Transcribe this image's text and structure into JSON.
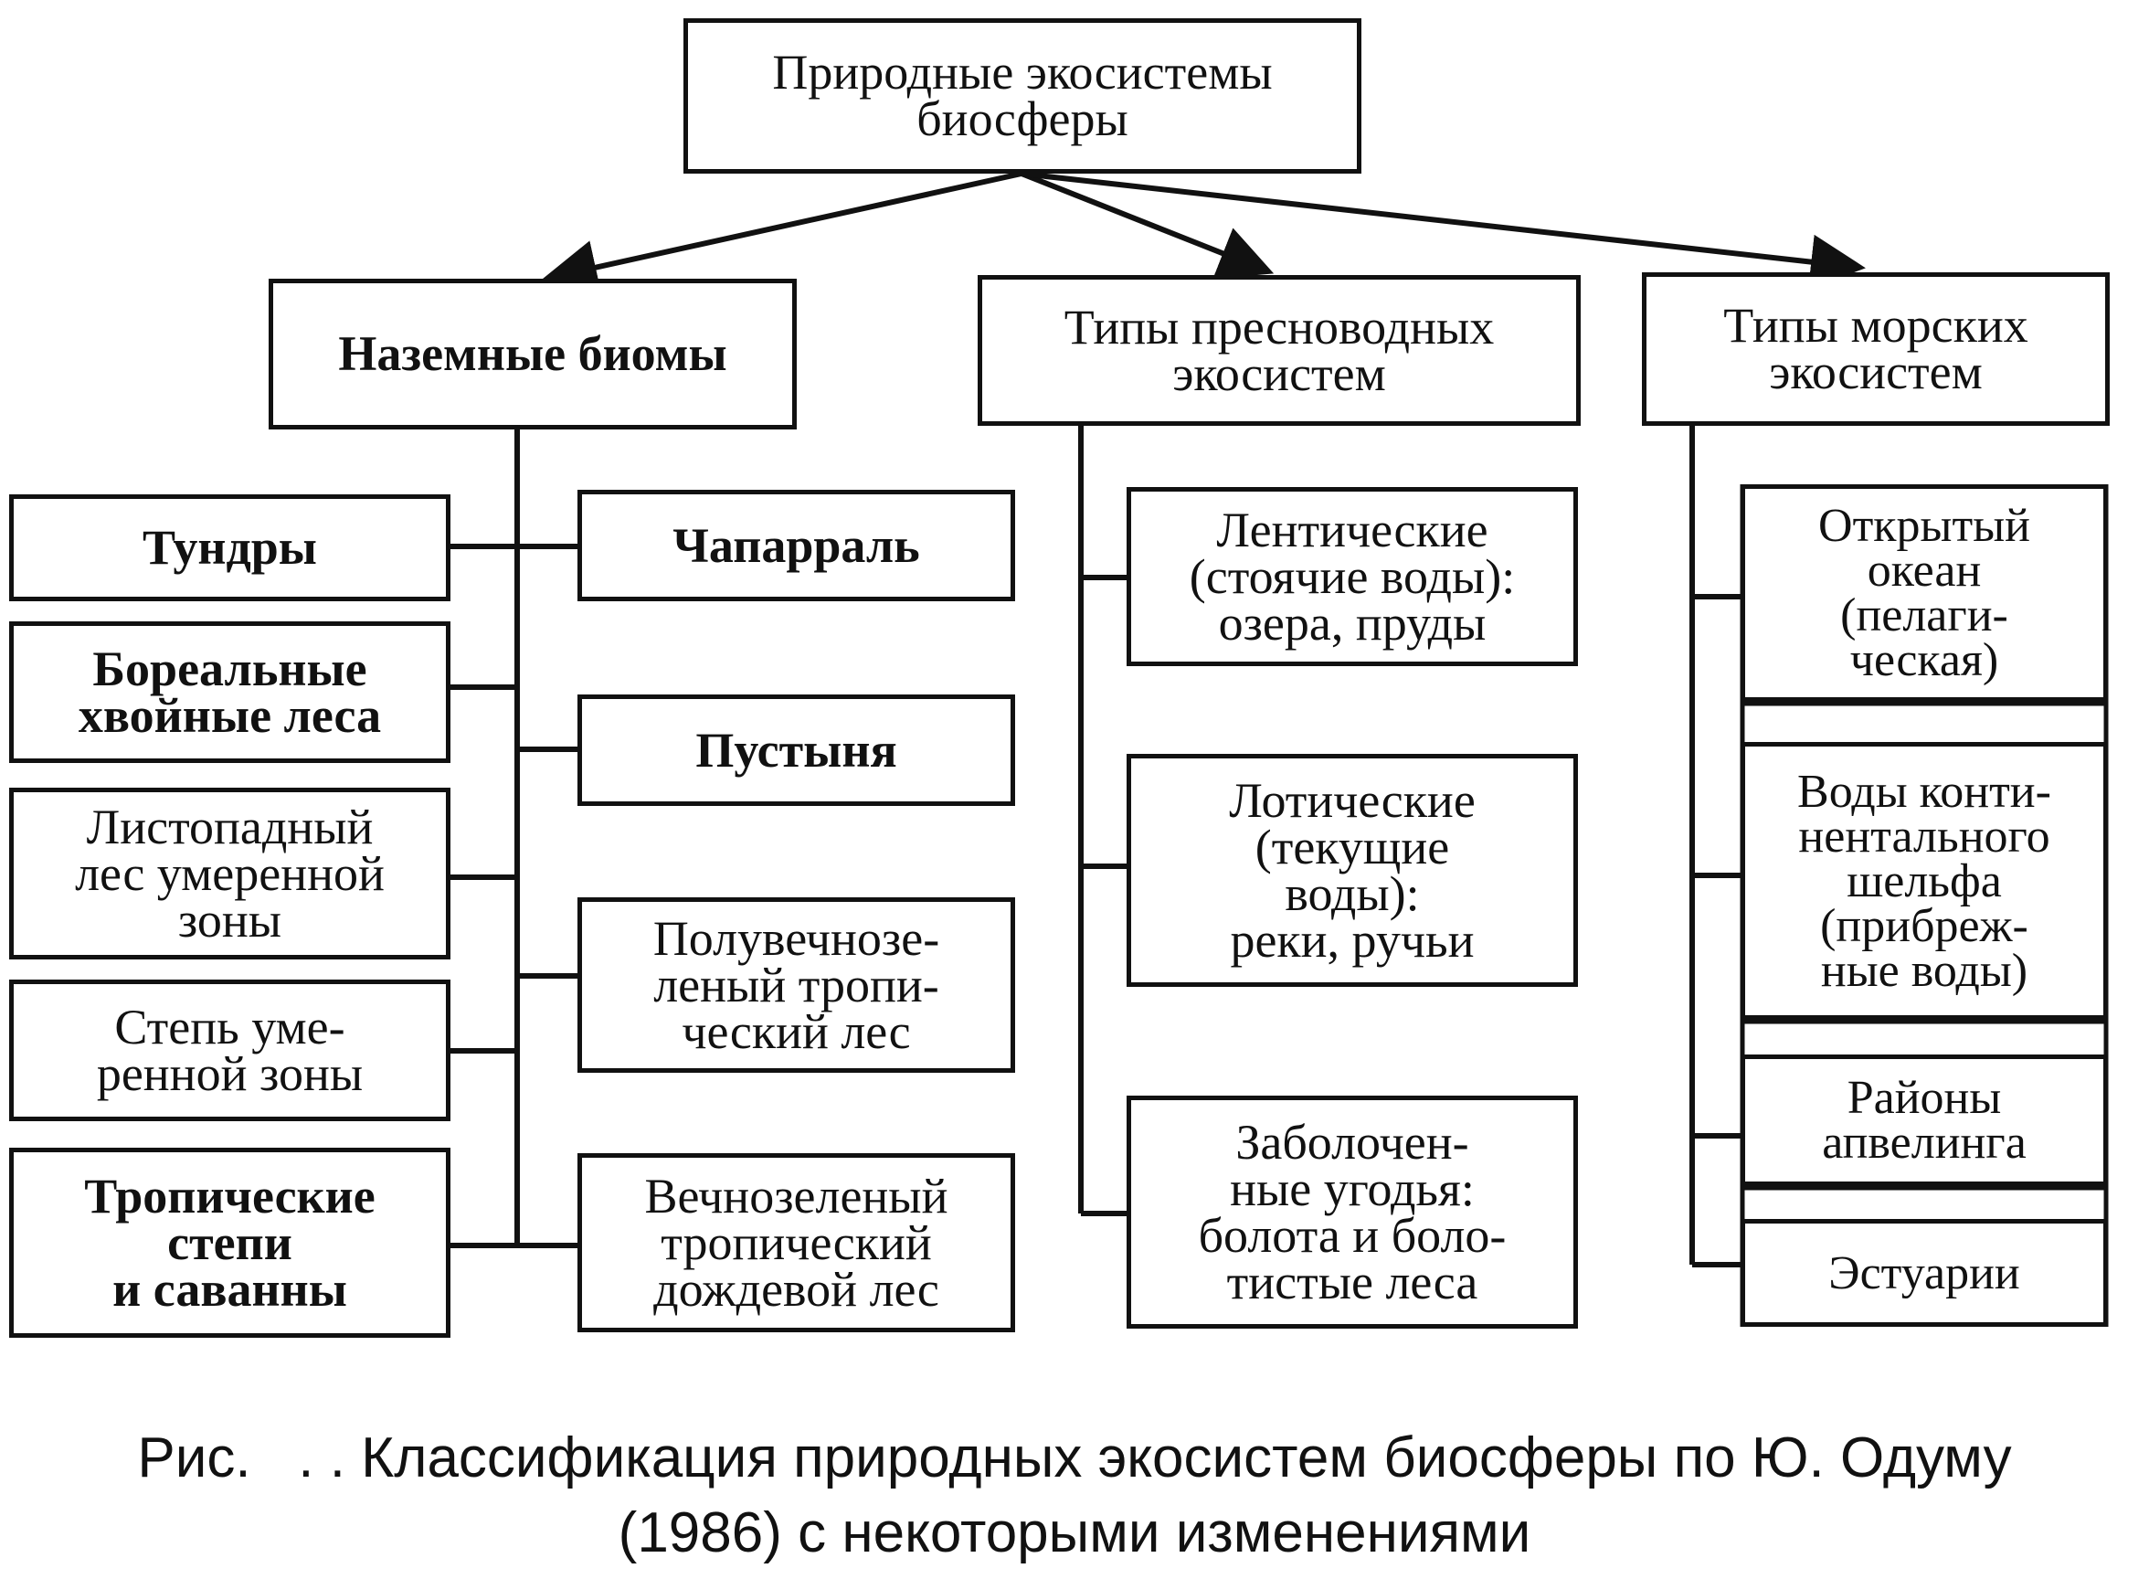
{
  "root": "Природные экосистемы\nбиосферы",
  "groups": {
    "terrestrial": {
      "title": "Наземные биомы",
      "left_items": [
        "Тундры",
        "Бореальные\nхвойные леса",
        "Листопадный\nлес умеренной\nзоны",
        "Степь уме-\nренной зоны",
        "Тропические\nстепи\nи саванны"
      ],
      "right_items": [
        "Чапарраль",
        "Пустыня",
        "Полувечнозе-\nленый тропи-\nческий лес",
        "Вечнозеленый\nтропический\nдождевой лес"
      ]
    },
    "freshwater": {
      "title": "Типы пресноводных\nэкосистем",
      "items": [
        "Лентические\n(стоячие воды):\nозера, пруды",
        "Лотические\n(текущие\nводы):\nреки, ручьи",
        "Заболочен-\nные угодья:\nболота и боло-\nтистые леса"
      ]
    },
    "marine": {
      "title": "Типы морских\nэкосистем",
      "items": [
        "Открытый\nокеан\n(пелаги-\nческая)",
        "Воды конти-\nнентального\nшельфа\n(прибреж-\nные воды)",
        "Районы\nапвелинга",
        "Эстуарии"
      ]
    }
  },
  "caption": {
    "line1": "Рис.   . . Классификация природных экосистем биосферы по Ю. Одуму",
    "line2": "(1986) с некоторыми изменениями"
  },
  "colors": {
    "ink": "#111111",
    "background": "#ffffff"
  }
}
